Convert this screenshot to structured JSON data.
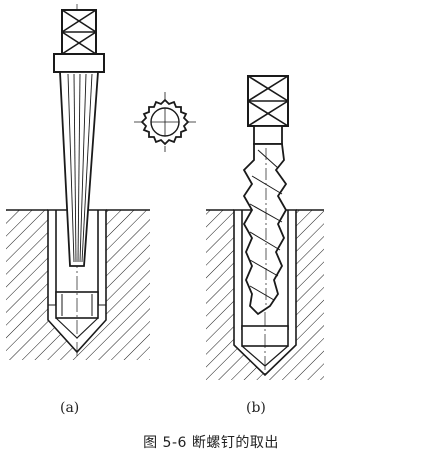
{
  "figure": {
    "label_a": "(a)",
    "label_b": "(b)",
    "caption": "图 5-6   断螺钉的取出"
  },
  "colors": {
    "line": "#1a1a1a",
    "background": "#ffffff"
  },
  "icons": [
    "hatch-pattern",
    "square-drive-head",
    "splined-extractor",
    "spiral-extractor",
    "serrated-cross-section"
  ]
}
